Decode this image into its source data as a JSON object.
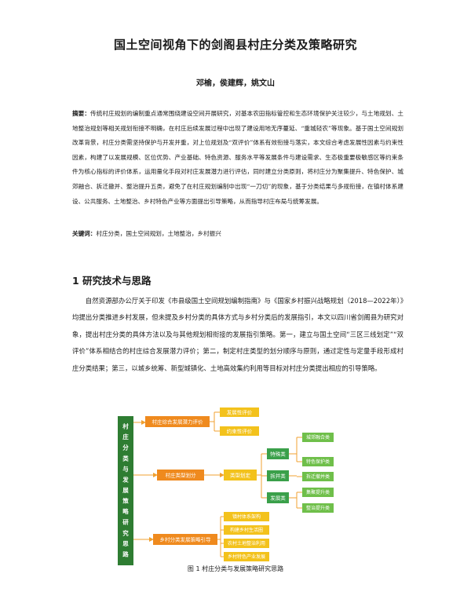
{
  "paper": {
    "title": "国土空间视角下的剑阁县村庄分类及策略研究",
    "authors": "邓榆，侯建辉，姚文山",
    "abstract_label": "摘要：",
    "abstract_text": "传统村庄规划的编制重点通常围绕建设空间开展研究，对基本农田指标管控和生态环境保护关注较少，与土地规划、土地整治规划等相关规划衔接不明确，在村庄后续发展过程中出现了建设用地无序蔓延、“重城轻农”等现象。基于国土空间规划改革背景，村庄分类需坚持保护与开发并重，对上位规划及“双评价”体系有效衔接与落实，本文综合考虑发展性因素与约束性因素，构建了以发展规模、区位优势、产业基础、特色资源、服务水平等发展条件与建设需求、生态极重要极敏感区等约束条件为核心指标的评价体系，运用量化手段对村庄发展潜力进行评估，同时建立分类原则，将村庄分为聚集提升、特色保护、城郊融合、拆迁撤并、整治提升五类，避免了在村庄规划编制中出现“一刀切”的现象，基于分类结果与多规衔接，在镇村体系建设、公共服务、土地整治、乡村特色产业等方面提出引导策略，从而指导村庄布局与统筹发展。",
    "keywords_label": "关键词：",
    "keywords_text": "村庄分类，国土空间规划，土地整治，乡村振兴",
    "section1_heading": "1  研究技术与思路",
    "section1_body": "自然资源部办公厅关于印发《市县级国土空间规划编制指南》与《国家乡村振兴战略规划（2018—2022年）》均提出分类推进乡村发展，但未提及乡村分类的具体方式与乡村分类后的发展指引，本文以四川省剑阁县为研究对象，提出村庄分类的具体方法以及与其他规划相衔接的发展指引策略。第一，建立与国土空间“三区三线划定”“双评价”体系相结合的村庄综合发展潜力评价；第二，制定村庄类型的划分顺序与原则，通过定性与定量手段形成村庄分类结果；第三，以城乡统筹、新型城镇化、土地高效集约利用等目标对村庄分类提出相应的引导策略。"
  },
  "figure": {
    "caption": "图 1 村庄分类与发展策略研究思路",
    "root_label": "村庄分类与发展策略研究思路",
    "branch1": {
      "label": "村庄综合发展潜力评价",
      "children": [
        "发展性评价",
        "约束性评价"
      ]
    },
    "branch2": {
      "label": "村庄类型划分",
      "hub": "类型划定",
      "groups": [
        {
          "label": "特殊类",
          "children": [
            "城郊融合类",
            "特色保护类"
          ]
        },
        {
          "label": "拆并类",
          "children": [
            "拆迁撤并类"
          ]
        },
        {
          "label": "发展类",
          "children": [
            "集聚提升类",
            "整治提升类"
          ]
        }
      ]
    },
    "branch3": {
      "label": "乡村分类发展策略引导",
      "children": [
        "镇村体系架构",
        "构建乡村生活圈",
        "农村土地整治利用",
        "乡村特色产业发展"
      ]
    },
    "colors": {
      "root_fill": "#2e7d32",
      "l1_fill": "#ef8a1e",
      "l2_fill": "#f3c21c",
      "green_fill": "#3aa04a",
      "l3_fill": "#6fbf4a",
      "connector": "#f0a030"
    }
  }
}
